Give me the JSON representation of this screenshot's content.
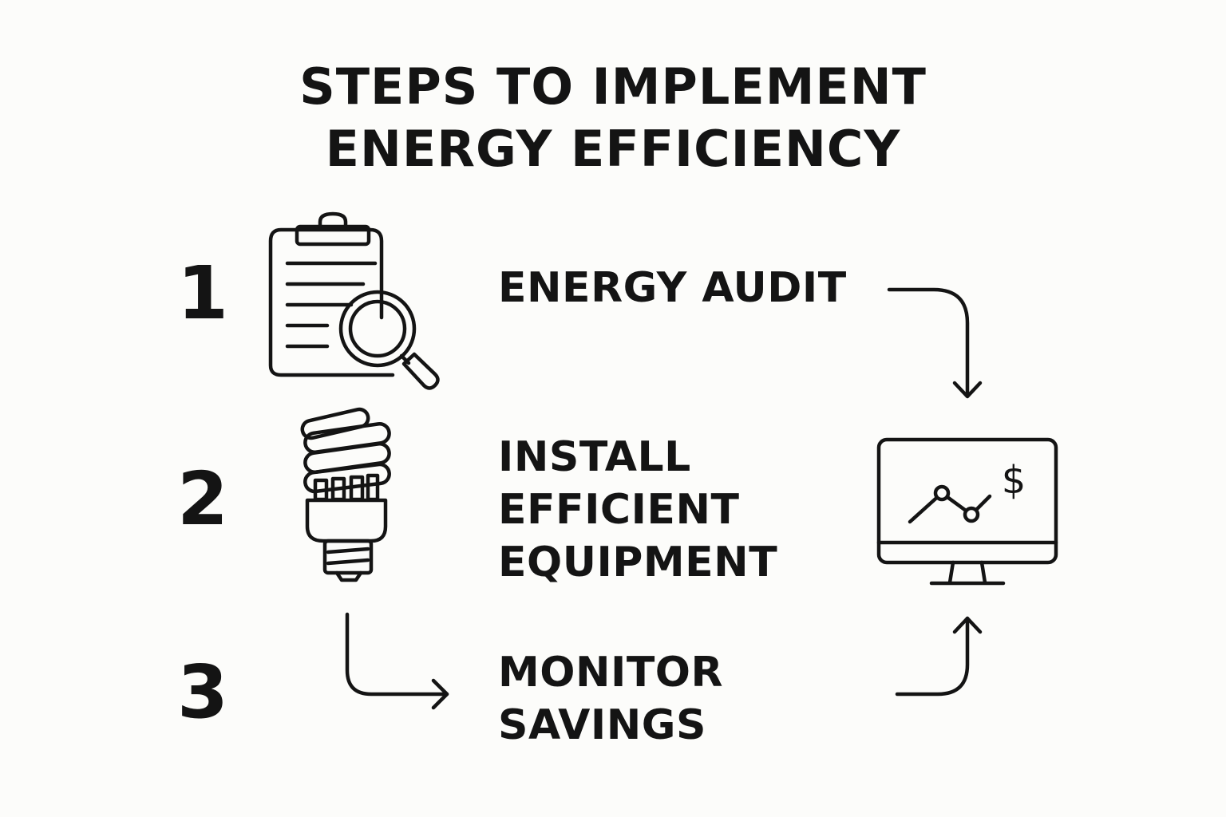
{
  "title": {
    "line1": "STEPS TO IMPLEMENT",
    "line2": "ENERGY EFFICIENCY"
  },
  "steps": [
    {
      "number": "1",
      "icon": "clipboard-magnifier-icon",
      "lines": [
        "ENERGY AUDIT"
      ]
    },
    {
      "number": "2",
      "icon": "cfl-bulb-icon",
      "lines": [
        "INSTALL",
        "EFFICIENT",
        "EQUIPMENT"
      ]
    },
    {
      "number": "3",
      "icon": "",
      "lines": [
        "MONITOR",
        "SAVINGS"
      ]
    }
  ],
  "monitor": {
    "icon": "monitor-chart-icon",
    "currency_symbol": "$"
  },
  "colors": {
    "background": "#fcfcfa",
    "ink": "#141414"
  }
}
